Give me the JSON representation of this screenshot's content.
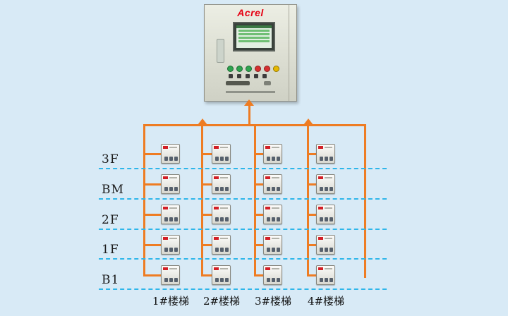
{
  "diagram": {
    "title_hint": "power-monitoring-topology",
    "cabinet": {
      "brand": "Acrel"
    },
    "floors": [
      "3F",
      "BM",
      "2F",
      "1F",
      "B1"
    ],
    "stairs": [
      "1#楼梯",
      "2#楼梯",
      "3#楼梯",
      "4#楼梯"
    ],
    "grid": {
      "rows": 5,
      "cols": 4,
      "device_count": 20
    },
    "colors": {
      "background": "#d8eaf6",
      "bus_orange": "#ee7c23",
      "floor_line_blue": "#2eb6ea",
      "brand_red": "#e60012"
    }
  }
}
